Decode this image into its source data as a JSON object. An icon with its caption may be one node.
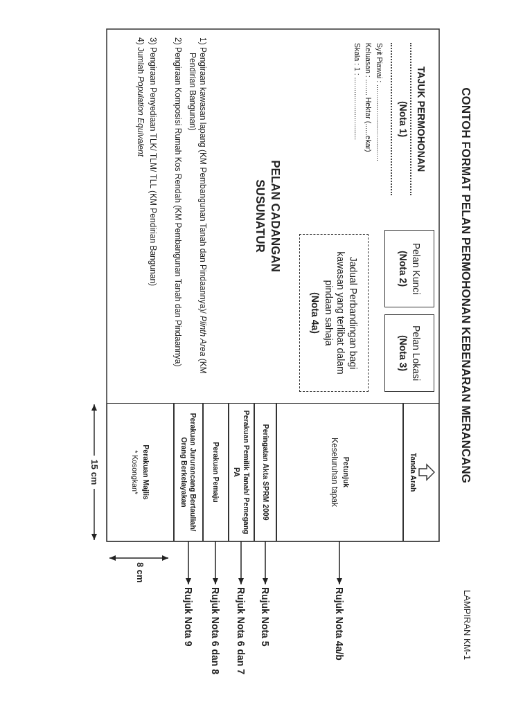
{
  "diagram": {
    "title": "CONTOH FORMAT PELAN PERMOHONAN KEBENARAN MERANCANG",
    "nodes": [
      {
        "text": [
          "Pelan Kunci",
          "(Nota 2)"
        ]
      },
      {
        "text": [
          "Pelan Lokasi",
          "(Nota 3)"
        ]
      },
      {
        "text": [
          "Jadual Perbandingan bagi kawasan yang terlibat dalam pindaan sahaja",
          "(Nota 4a)"
        ]
      },
      {
        "text": [
          "Tanda Arah"
        ]
      },
      {
        "text": [
          "Petunjuk",
          "Keseluruhan tapak"
        ]
      },
      {
        "text": [
          "Peringatan Akta SPRM 2009"
        ]
      },
      {
        "text": [
          "Perakuan Pemilik Tanah/ Pemegang PA"
        ]
      },
      {
        "text": [
          "Perakuan Pemaju"
        ]
      },
      {
        "text": [
          "Perakuan Jururancang Bertauliah/ Orang Berkelayakan"
        ]
      },
      {
        "text": [
          "Perakuan Majlis",
          "* Kosongkan*"
        ]
      },
      {
        "text": [
          "Rujuk Nota 4a/b"
        ]
      },
      {
        "text": [
          "Rujuk Nota 5"
        ]
      },
      {
        "text": [
          "Rujuk Nota 6 dan 7"
        ]
      },
      {
        "text": [
          "Rujuk Nota 6 dan 8"
        ]
      },
      {
        "text": [
          "Rujuk Nota 9"
        ]
      }
    ],
    "edges": [
      {
        "from": 4,
        "to": 10,
        "arrow": "to"
      },
      {
        "from": 5,
        "to": 11,
        "arrow": "to"
      },
      {
        "from": 6,
        "to": 12,
        "arrow": "to"
      },
      {
        "from": 7,
        "to": 13,
        "arrow": "to"
      },
      {
        "from": 8,
        "to": 14,
        "arrow": "to"
      }
    ],
    "labels": [
      "LAMPIRAN KM-1",
      "TAJUK PERMOHONAN",
      "(Nota 1)",
      "Syit Piawai : ......................................",
      "Keluasan : ........ Hektar (......ekar)",
      "Skala : 1 : ...............................",
      "PELAN CADANGAN SUSUNATUR",
      "1) Pengiraan kawasan lapang (KM Pembangunan Tanah dan Pindaannya)/ *Plinth Area* (KM Pendirian Bangunan)",
      "2) Pengiraan Komposisi Rumah Kos Rendah (KM Pembangunan Tanah dan Pindaannya)",
      "3) Pengiraan Penyediaan TLK/ TLM/ TLL (KM Pendirian Bangunan)",
      "4) Jumlah *Population Equivalent*",
      "15 cm",
      "8 cm"
    ]
  }
}
